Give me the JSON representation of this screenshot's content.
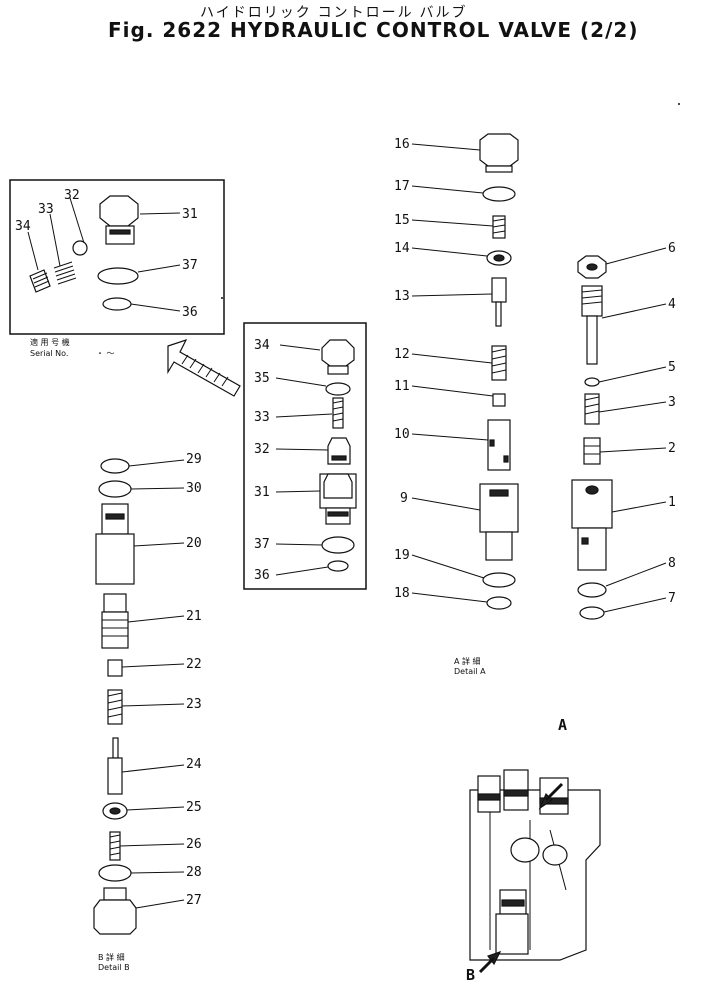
{
  "title_jp": "ハイドロリック コントロール バルブ",
  "title_en": "Fig. 2622 HYDRAULIC CONTROL VALVE (2/2)",
  "inset": {
    "serial_jp": "適 用 号 機",
    "serial_en": "Serial  No.",
    "serial_range": "・ ～"
  },
  "labels": {
    "p1": "1",
    "p2": "2",
    "p3": "3",
    "p4": "4",
    "p5": "5",
    "p6": "6",
    "p7": "7",
    "p8": "8",
    "p9": "9",
    "p10": "10",
    "p11": "11",
    "p12": "12",
    "p13": "13",
    "p14": "14",
    "p15": "15",
    "p16": "16",
    "p17": "17",
    "p18": "18",
    "p19": "19",
    "p20": "20",
    "p21": "21",
    "p22": "22",
    "p23": "23",
    "p24": "24",
    "p25": "25",
    "p26": "26",
    "p27": "27",
    "p28": "28",
    "p29": "29",
    "p30": "30",
    "b31": "31",
    "b32": "32",
    "b33": "33",
    "b34": "34",
    "b35": "35",
    "b36": "36",
    "b37": "37",
    "i31": "31",
    "i32": "32",
    "i33": "33",
    "i34": "34",
    "i36": "36",
    "i37": "37"
  },
  "detail_a": {
    "jp": "A 詳 細",
    "en": "Detail  A"
  },
  "detail_b": {
    "jp": "B 詳 細",
    "en": "Detail  B"
  },
  "arrow_a": "A",
  "arrow_b": "B"
}
